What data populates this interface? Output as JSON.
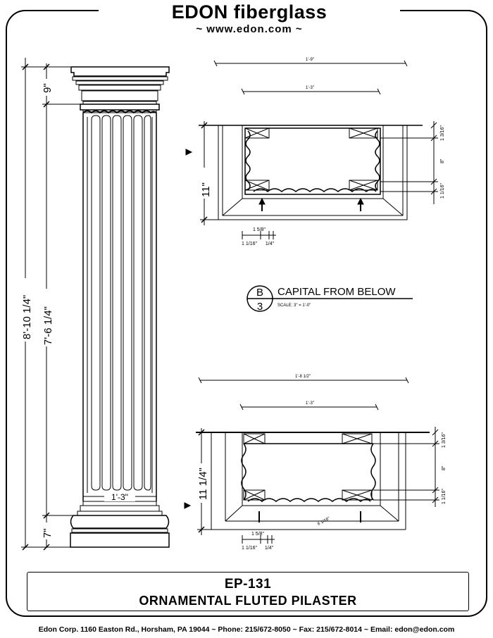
{
  "header": {
    "brand": "EDON fiberglass",
    "website": "~ www.edon.com ~"
  },
  "elevation": {
    "dim_capital": "9\"",
    "dim_overall": "8'-10 1/4\"",
    "dim_shaft": "7'-6 1/4\"",
    "dim_base": "7\"",
    "dim_width": "1'-3\""
  },
  "detail_b3": {
    "letter": "B",
    "number": "3",
    "title": "CAPITAL FROM BELOW",
    "scale": "SCALE: 3\" = 1'-0\""
  },
  "plan_top": {
    "dim_outer": "1'-9\"",
    "dim_inner": "1'-3\"",
    "dim_depth": "11\"",
    "dim_right_a": "1 3/16\"",
    "dim_right_b": "8\"",
    "dim_right_c": "1 1/16\"",
    "dim_bottom_a": "1 5/8\"",
    "dim_bottom_b": "1 1/16\"",
    "dim_bottom_c": "1/4\""
  },
  "plan_bottom": {
    "dim_outer": "1'-8 1/2\"",
    "dim_inner": "1'-3\"",
    "dim_depth": "11 1/4\"",
    "dim_right_a": "1 3/16\"",
    "dim_right_b": "8\"",
    "dim_right_c": "1 1/16\"",
    "dim_diag": "6 1/16\"",
    "dim_bottom_a": "1 5/8\"",
    "dim_bottom_b": "1 1/16\"",
    "dim_bottom_c": "1/4\""
  },
  "title_block": {
    "model": "EP-131",
    "name": "ORNAMENTAL FLUTED PILASTER"
  },
  "footer": "Edon Corp. 1160 Easton Rd., Horsham, PA 19044 ~ Phone: 215/672-8050 ~ Fax: 215/672-8014 ~ Email: edon@edon.com"
}
